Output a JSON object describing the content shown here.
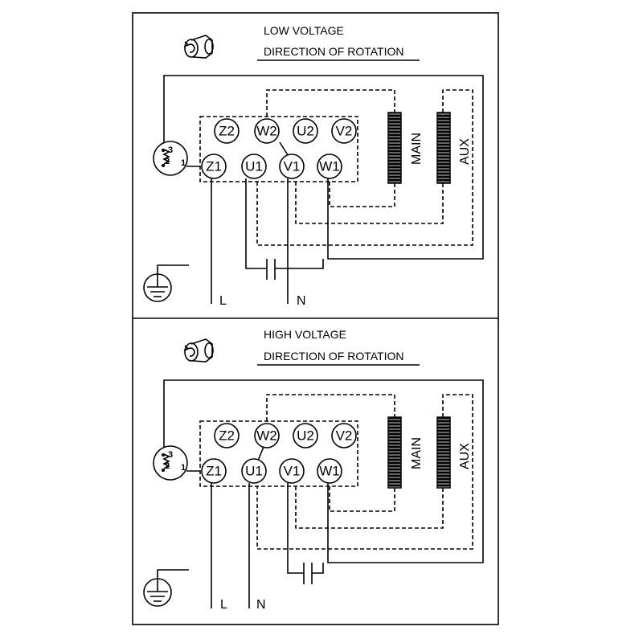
{
  "panels": [
    {
      "title": "LOW VOLTAGE",
      "subtitle": "DIRECTION OF ROTATION",
      "terminals_top": [
        "Z2",
        "W2",
        "U2",
        "V2"
      ],
      "terminals_bottom": [
        "Z1",
        "U1",
        "V1",
        "W1"
      ],
      "switch_labels": [
        "3",
        "2",
        "1"
      ],
      "winding_main": "MAIN",
      "winding_aux": "AUX",
      "line_labels": [
        "L",
        "N"
      ]
    },
    {
      "title": "HIGH VOLTAGE",
      "subtitle": "DIRECTION OF ROTATION",
      "terminals_top": [
        "Z2",
        "W2",
        "U2",
        "V2"
      ],
      "terminals_bottom": [
        "Z1",
        "U1",
        "V1",
        "W1"
      ],
      "switch_labels": [
        "3",
        "2",
        "1"
      ],
      "winding_main": "MAIN",
      "winding_aux": "AUX",
      "line_labels": [
        "L",
        "N"
      ]
    }
  ],
  "icons": [
    "rotation-icon",
    "ground-icon",
    "capacitor-icon",
    "winding-coil-icon",
    "thermal-switch-icon"
  ]
}
